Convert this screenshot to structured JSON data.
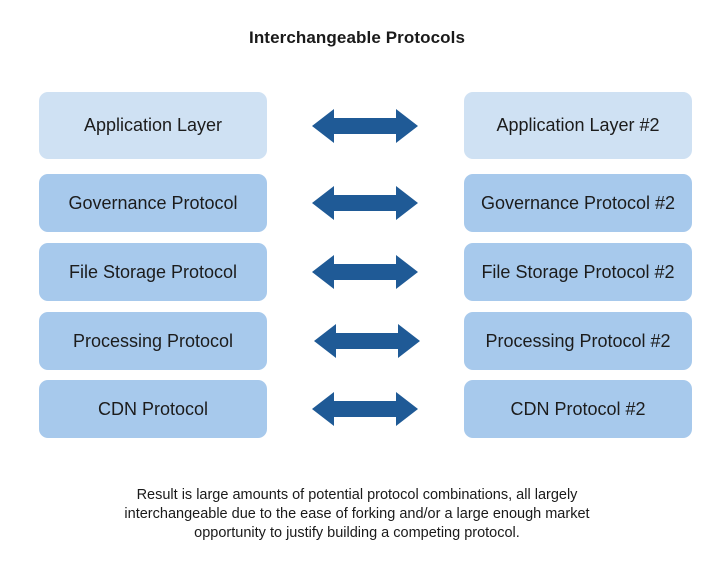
{
  "title": "Interchangeable Protocols",
  "colors": {
    "application_box": "#cfe1f3",
    "protocol_box": "#a7c9ec",
    "arrow": "#1f5a96"
  },
  "rows": [
    {
      "left": "Application Layer",
      "right": "Application Layer #2"
    },
    {
      "left": "Governance Protocol",
      "right": "Governance Protocol #2"
    },
    {
      "left": "File Storage Protocol",
      "right": "File Storage Protocol #2"
    },
    {
      "left": "Processing Protocol",
      "right": "Processing Protocol #2"
    },
    {
      "left": "CDN Protocol",
      "right": "CDN Protocol #2"
    }
  ],
  "footer": {
    "line1": "Result is large amounts of potential protocol combinations, all largely",
    "line2": "interchangeable due to the ease of forking and/or a large enough market",
    "line3": "opportunity to justify building a competing protocol."
  }
}
